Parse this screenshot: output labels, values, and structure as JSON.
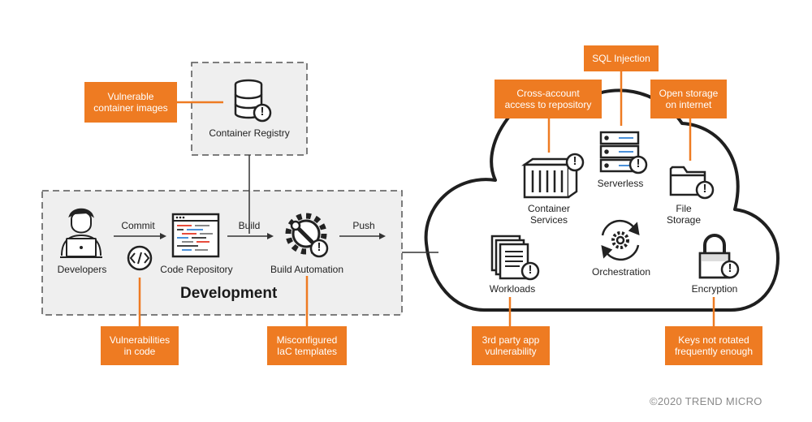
{
  "colors": {
    "accent": "#ee7b22",
    "dashed_panel_bg": "#efefef",
    "outline": "#1f1f1f"
  },
  "development": {
    "title": "Development",
    "developers": {
      "label": "Developers",
      "icon": "developer-laptop-icon"
    },
    "commit": "Commit",
    "code_repository": {
      "label": "Code Repository",
      "icon": "code-window-icon"
    },
    "build": "Build",
    "build_automation": {
      "label": "Build Automation",
      "icon": "gear-wrench-icon"
    },
    "push": "Push",
    "code_badge": "code-brackets-icon"
  },
  "container_registry": {
    "label": "Container Registry",
    "icon": "database-icon"
  },
  "cloud": {
    "container_services": "Container\nServices",
    "serverless": "Serverless",
    "file_storage": "File\nStorage",
    "orchestration": "Orchestration",
    "workloads": "Workloads",
    "encryption": "Encryption"
  },
  "callouts": {
    "vulnerable_images": "Vulnerable\ncontainer images",
    "vulnerabilities_code": "Vulnerabilities\nin code",
    "misconfigured_iac": "Misconfigured\nIaC templates",
    "cross_account": "Cross-account\naccess to repository",
    "sql_injection": "SQL Injection",
    "open_storage": "Open storage\non internet",
    "third_party": "3rd party app\nvulnerability",
    "keys_not_rotated": "Keys not rotated\nfrequently enough"
  },
  "warning_glyph": "!",
  "copyright": "©2020 TREND MICRO"
}
